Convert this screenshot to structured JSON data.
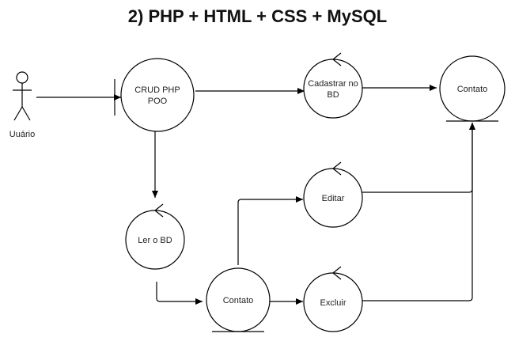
{
  "title": "2) PHP + HTML + CSS + MySQL",
  "actor": {
    "label": "Uuário"
  },
  "nodes": {
    "crud": {
      "label_line1": "CRUD PHP",
      "label_line2": "POO",
      "kind": "boundary"
    },
    "cadastrar": {
      "label_line1": "Cadastrar no",
      "label_line2": "BD",
      "kind": "control"
    },
    "contato_top": {
      "label": "Contato",
      "kind": "entity"
    },
    "editar": {
      "label": "Editar",
      "kind": "control"
    },
    "ler": {
      "label": "Ler o BD",
      "kind": "control"
    },
    "contato_bottom": {
      "label": "Contato",
      "kind": "entity"
    },
    "excluir": {
      "label": "Excluir",
      "kind": "control"
    }
  },
  "colors": {
    "stroke": "#000000",
    "fill": "#ffffff",
    "text": "#222222"
  }
}
